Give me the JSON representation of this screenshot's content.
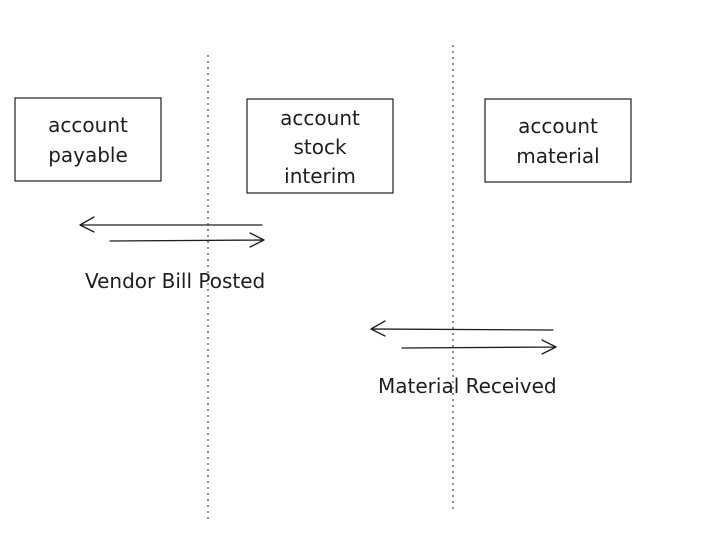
{
  "diagram": {
    "boxes": [
      {
        "id": "account-payable",
        "lines": [
          "account",
          "payable"
        ]
      },
      {
        "id": "account-stock-interim",
        "lines": [
          "account",
          "stock",
          "interim"
        ]
      },
      {
        "id": "account-material",
        "lines": [
          "account",
          "material"
        ]
      }
    ],
    "transitions": [
      {
        "label": "Vendor Bill Posted",
        "from": "account-payable",
        "to": "account-stock-interim"
      },
      {
        "label": "Material Received",
        "from": "account-stock-interim",
        "to": "account-material"
      }
    ]
  },
  "colors": {
    "stroke": "#1e1e1e",
    "background": "#ffffff"
  }
}
